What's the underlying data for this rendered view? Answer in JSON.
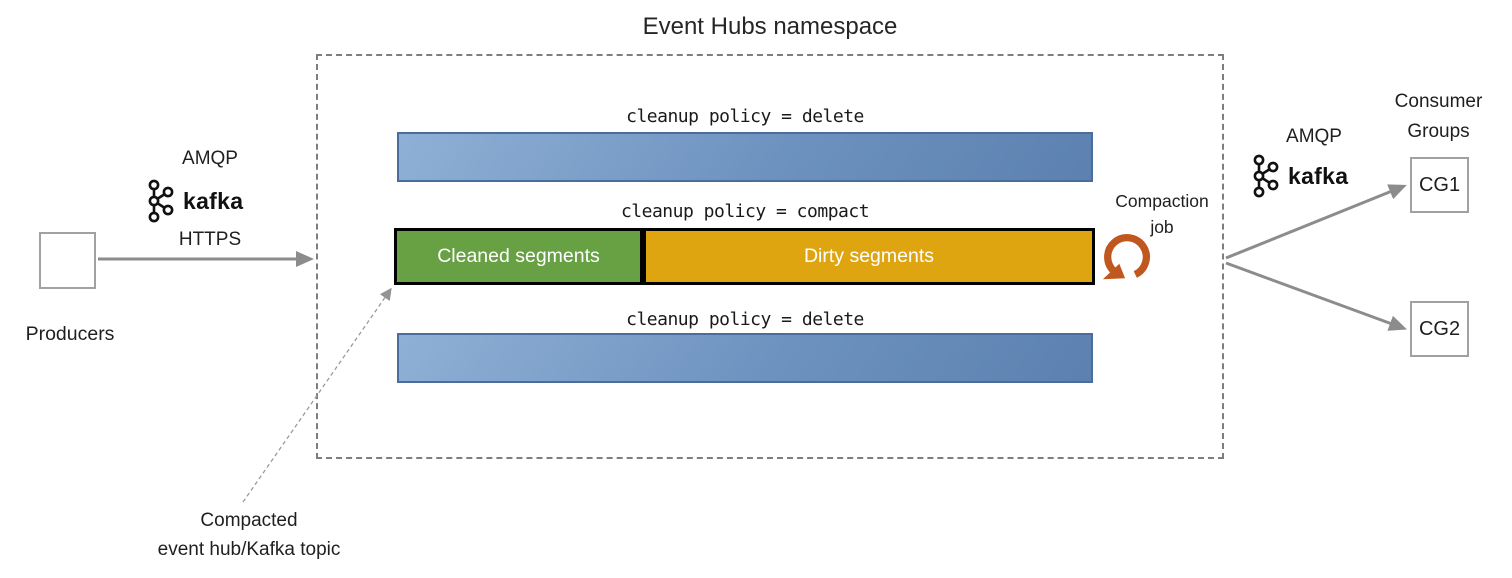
{
  "title": "Event Hubs namespace",
  "producers": {
    "label": "Producers",
    "amqp": "AMQP",
    "kafka": "kafka",
    "https": "HTTPS"
  },
  "topics": [
    {
      "policy": "cleanup policy = delete"
    },
    {
      "policy": "cleanup policy = compact",
      "segments": [
        {
          "label": "Cleaned segments"
        },
        {
          "label": "Dirty segments"
        }
      ]
    },
    {
      "policy": "cleanup policy = delete"
    }
  ],
  "compaction": {
    "label_line1": "Compaction",
    "label_line2": "job"
  },
  "consumers": {
    "amqp": "AMQP",
    "kafka": "kafka",
    "heading_line1": "Consumer",
    "heading_line2": "Groups",
    "groups": [
      {
        "label": "CG1"
      },
      {
        "label": "CG2"
      }
    ]
  },
  "annotation": {
    "line1": "Compacted",
    "line2": "event hub/Kafka topic"
  },
  "colors": {
    "delete_topic_fill_light": "#8FB0D6",
    "delete_topic_fill_dark": "#5C81B0",
    "delete_topic_border": "#4A6E9C",
    "cleaned_segment_green": "#68A144",
    "dirty_segment_amber": "#DFA511",
    "compact_bar_border": "#000000",
    "compaction_icon_orange": "#C0571E",
    "arrow_gray": "#8C8C8C",
    "dashed_border_gray": "#7E7E7E",
    "kafka_logo_black": "#111111"
  }
}
